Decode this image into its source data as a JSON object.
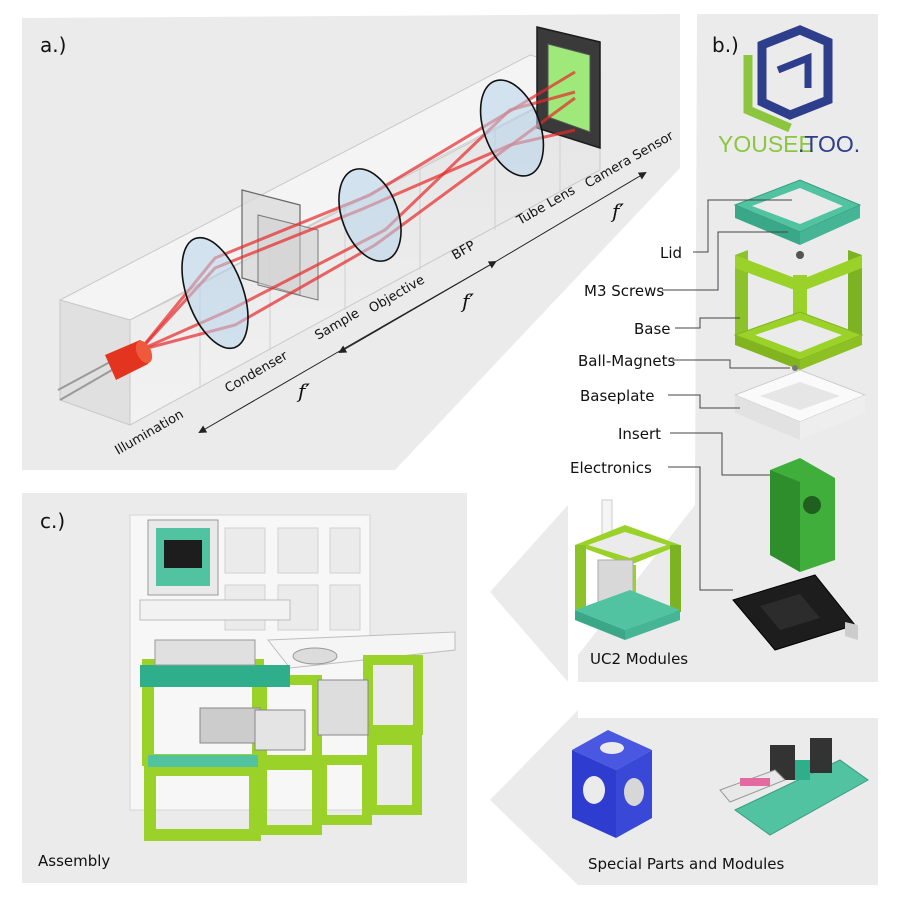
{
  "panels": {
    "a": {
      "letter": "a.)",
      "components": {
        "illumination": "Illumination",
        "condenser": "Condenser",
        "sample": "Sample",
        "objective": "Objective",
        "bfp": "BFP",
        "tube_lens": "Tube Lens",
        "camera_sensor": "Camera Sensor"
      },
      "focal_length_symbol": "f′"
    },
    "b": {
      "letter": "b.)",
      "brand": {
        "part1": "YOUSEE",
        "part2": ".TOO."
      },
      "parts": {
        "lid": "Lid",
        "m3_screws": "M3 Screws",
        "base": "Base",
        "ball_magnets": "Ball-Magnets",
        "baseplate": "Baseplate",
        "insert": "Insert",
        "electronics": "Electronics"
      },
      "modules_caption": "UC2 Modules"
    },
    "c": {
      "letter": "c.)",
      "caption": "Assembly"
    },
    "special": {
      "caption": "Special Parts and Modules"
    }
  },
  "colors": {
    "panel_bg": "#ebebeb",
    "lime": "#9bd22a",
    "teal": "#52c3a1",
    "beam": "#e8282a",
    "led": "#e33420",
    "lens": "#b7d4ea",
    "logo_blue": "#2c3e8c",
    "logo_green": "#8cc63f",
    "cube_blue": "#2e3ccf",
    "sensor_green": "#9fe87a"
  }
}
